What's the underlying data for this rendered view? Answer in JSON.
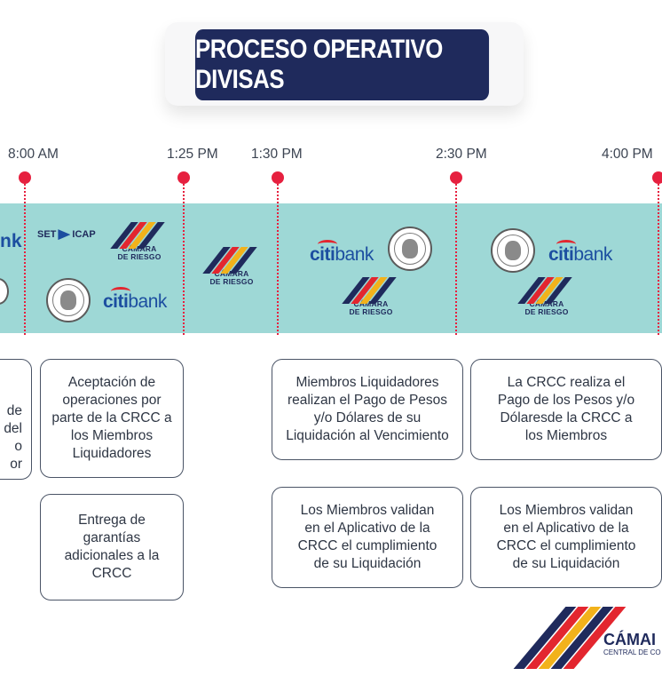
{
  "title": "PROCESO OPERATIVO DIVISAS",
  "times": [
    "8:00 AM",
    "1:25 PM",
    "1:30 PM",
    "2:30 PM",
    "4:00 PM"
  ],
  "logos": {
    "citibank_citi": "citi",
    "citibank_bank": "bank",
    "citibank_partial": "nk",
    "camara_line1": "CÁMARA",
    "camara_line2": "DE RIESGO",
    "set": "SET",
    "icap": "ICAP",
    "footer_main": "CÁMAI",
    "footer_sub": "CENTRAL DE CO"
  },
  "boxes": {
    "left_partial": [
      "de",
      "del",
      "o",
      "or"
    ],
    "aceptacion": "Aceptación de operaciones por parte de la CRCC a los Miembros Liquidadores",
    "entrega": "Entrega de garantías adicionales a la CRCC",
    "miembros_pago": "Miembros Liquidadores realizan el Pago de Pesos y/o Dólares de su Liquidación al Vencimiento",
    "crcc_pago": "La CRCC realiza el Pago de los Pesos y/o Dólaresde la CRCC a los Miembros",
    "validan_1": "Los Miembros validan en el Aplicativo de la CRCC el cumplimiento de su Liquidación",
    "validan_2": "Los Miembros validan en el Aplicativo de la CRCC el cumplimiento de su Liquidación"
  },
  "colors": {
    "navy": "#1f2a5c",
    "teal_band": "#9ed8d6",
    "pin_red": "#e6203f",
    "citi_blue": "#1c4ea0"
  }
}
